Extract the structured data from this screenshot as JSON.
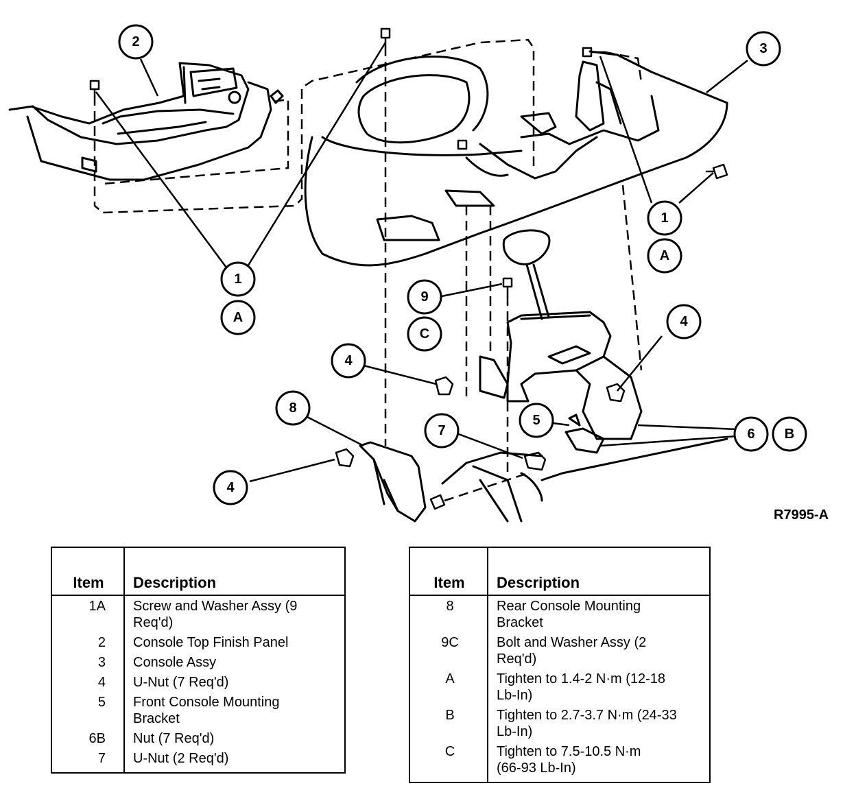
{
  "figure": {
    "id": "R7995-A",
    "callouts": {
      "c1_left": "1",
      "cA_left": "A",
      "c2": "2",
      "c3": "3",
      "c1_right": "1",
      "cA_right": "A",
      "c9": "9",
      "cC": "C",
      "c4_mid": "4",
      "c4_right": "4",
      "c4_bottom": "4",
      "c8": "8",
      "c7": "7",
      "c5": "5",
      "c6": "6",
      "cB": "B"
    }
  },
  "table_left": {
    "header_item": "Item",
    "header_desc": "Description",
    "rows": [
      {
        "item": "1A",
        "desc1": "Screw and Washer Assy (9",
        "desc2": "Req'd)"
      },
      {
        "item": "2",
        "desc1": "Console Top Finish Panel",
        "desc2": ""
      },
      {
        "item": "3",
        "desc1": "Console Assy",
        "desc2": ""
      },
      {
        "item": "4",
        "desc1": "U-Nut (7 Req'd)",
        "desc2": ""
      },
      {
        "item": "5",
        "desc1": "Front Console Mounting",
        "desc2": "Bracket"
      },
      {
        "item": "6B",
        "desc1": "Nut (7 Req'd)",
        "desc2": ""
      },
      {
        "item": "7",
        "desc1": "U-Nut (2 Req'd)",
        "desc2": ""
      }
    ]
  },
  "table_right": {
    "header_item": "Item",
    "header_desc": "Description",
    "rows": [
      {
        "item": "8",
        "desc1": "Rear Console Mounting",
        "desc2": "Bracket"
      },
      {
        "item": "9C",
        "desc1": "Bolt and Washer Assy (2",
        "desc2": "Req'd)"
      },
      {
        "item": "A",
        "desc1": "Tighten to 1.4-2 N·m (12-18",
        "desc2": "Lb-In)"
      },
      {
        "item": "B",
        "desc1": "Tighten to 2.7-3.7 N·m (24-33",
        "desc2": "Lb-In)"
      },
      {
        "item": "C",
        "desc1": "Tighten to 7.5-10.5 N·m",
        "desc2": "(66-93 Lb-In)"
      }
    ]
  }
}
